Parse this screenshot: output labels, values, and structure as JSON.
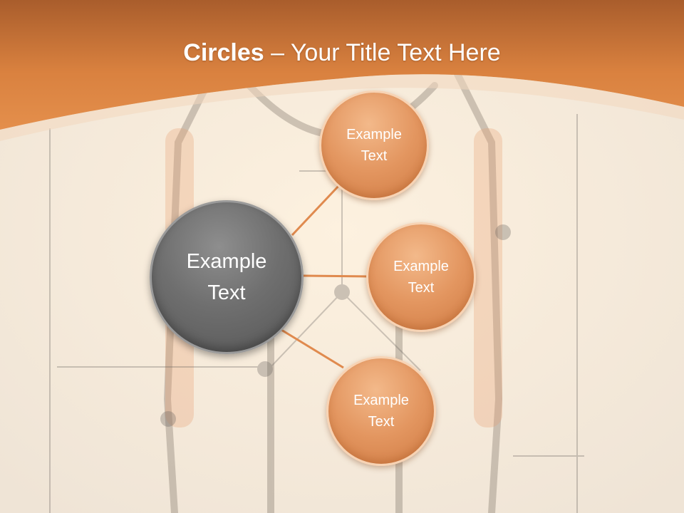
{
  "slide": {
    "title_bold": "Circles",
    "title_rest": " – Your Title Text Here",
    "main_circle": {
      "label": "Example\nText"
    },
    "satellites": [
      {
        "label": "Example\nText"
      },
      {
        "label": "Example\nText"
      },
      {
        "label": "Example\nText"
      }
    ]
  },
  "colors": {
    "header_orange": "#d97a3a",
    "main_circle_gray": "#6f6f6f",
    "satellite_orange": "#e39660",
    "connector": "#e08a4e"
  }
}
